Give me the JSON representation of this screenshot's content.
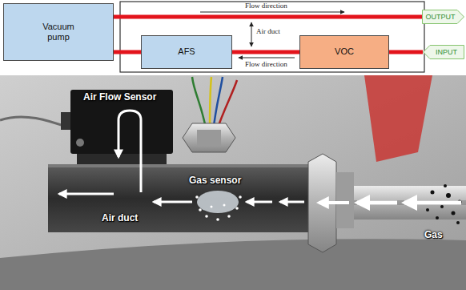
{
  "diagram": {
    "nodes": [
      {
        "text": [
          "Vacuum pump"
        ]
      },
      {
        "text": [
          "OUTPUT"
        ]
      },
      {
        "text": [
          "AFS"
        ]
      },
      {
        "text": [
          "VOC"
        ]
      },
      {
        "text": [
          "INPUT"
        ]
      }
    ],
    "edges": [
      {
        "from": 0,
        "to": 1,
        "arrow": "none"
      },
      {
        "from": 4,
        "to": 3,
        "arrow": "none"
      },
      {
        "from": 3,
        "to": 2,
        "arrow": "none"
      },
      {
        "from": 2,
        "to": 0,
        "arrow": "none"
      }
    ],
    "labels": [
      "Flow direction",
      "Air duct",
      "Flow direction",
      "Air Flow Sensor",
      "Gas sensor",
      "Air duct",
      "Gas"
    ]
  }
}
